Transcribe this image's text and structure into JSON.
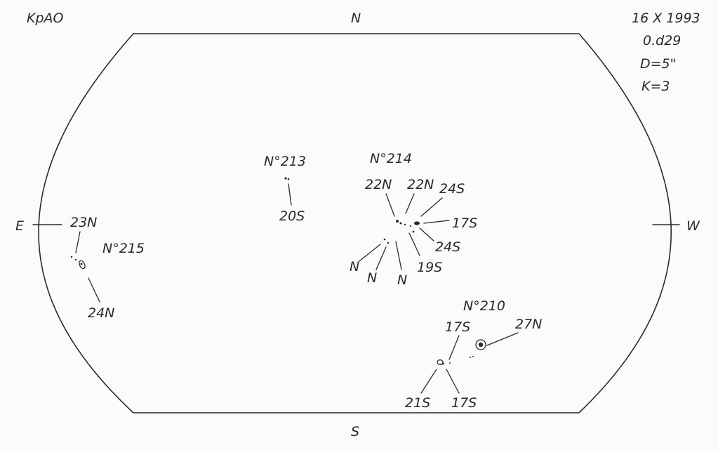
{
  "corner_label": "KpAO",
  "observation": {
    "date": "16 X 1993",
    "time": "0.d29",
    "aperture": "D=5\"",
    "k_factor": "K=3"
  },
  "directions": {
    "north": "N",
    "south": "S",
    "east": "E",
    "west": "W"
  },
  "regions": [
    {
      "number": "N°213",
      "labels": [
        "20S"
      ]
    },
    {
      "number": "N°214",
      "labels": [
        "22N",
        "22N",
        "24S",
        "17S",
        "24S",
        "19S",
        "N",
        "N",
        "N"
      ]
    },
    {
      "number": "N°215",
      "labels": [
        "23N",
        "24N"
      ]
    },
    {
      "number": "N°210",
      "labels": [
        "17S",
        "27N",
        "21S",
        "17S"
      ]
    }
  ],
  "colors": {
    "ink": "#2a2a2a",
    "paper": "#fbfbf9"
  }
}
